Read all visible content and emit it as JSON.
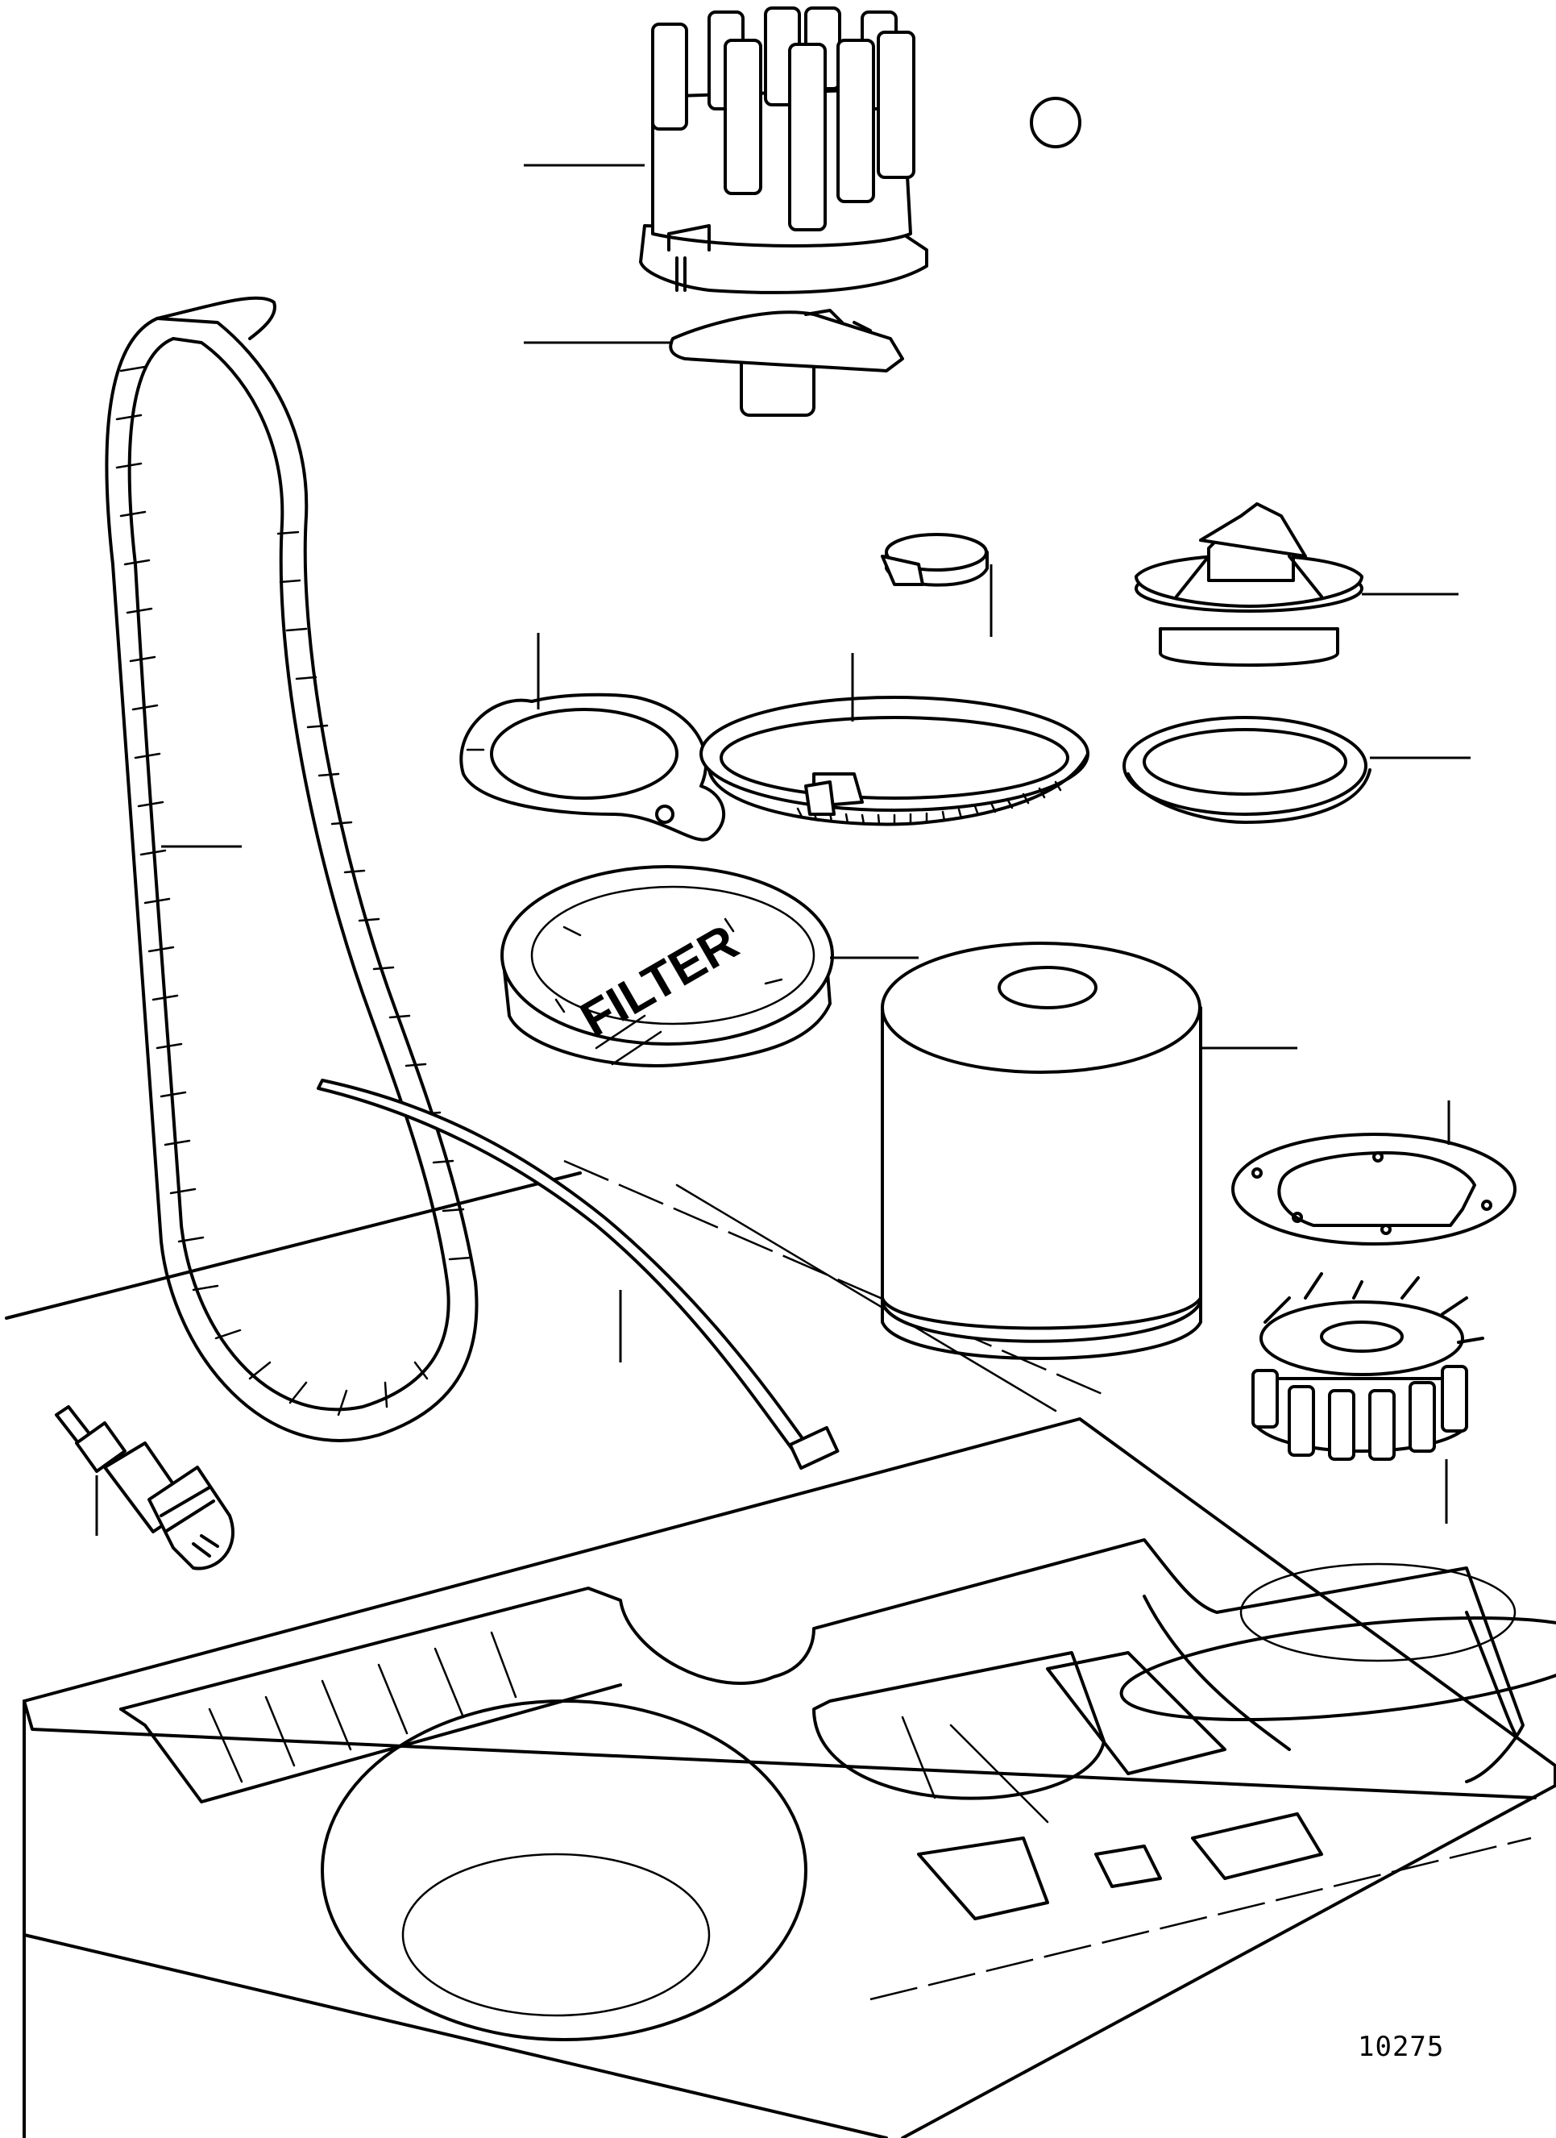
{
  "figure": {
    "number": "10275"
  },
  "parts": [
    {
      "id": "distributor-cap"
    },
    {
      "id": "rotor-arm"
    },
    {
      "id": "drive-belt"
    },
    {
      "id": "small-hose-clamp"
    },
    {
      "id": "thermostat"
    },
    {
      "id": "gasket-flange"
    },
    {
      "id": "large-hose-clamp"
    },
    {
      "id": "sealing-ring"
    },
    {
      "id": "filter-cartridge",
      "label_text": "FILTER"
    },
    {
      "id": "oil-filter"
    },
    {
      "id": "cover-gasket"
    },
    {
      "id": "cable-tie"
    },
    {
      "id": "impeller"
    },
    {
      "id": "spark-plug"
    },
    {
      "id": "storage-case"
    }
  ],
  "colors": {
    "line": "#000000",
    "background": "#ffffff"
  }
}
